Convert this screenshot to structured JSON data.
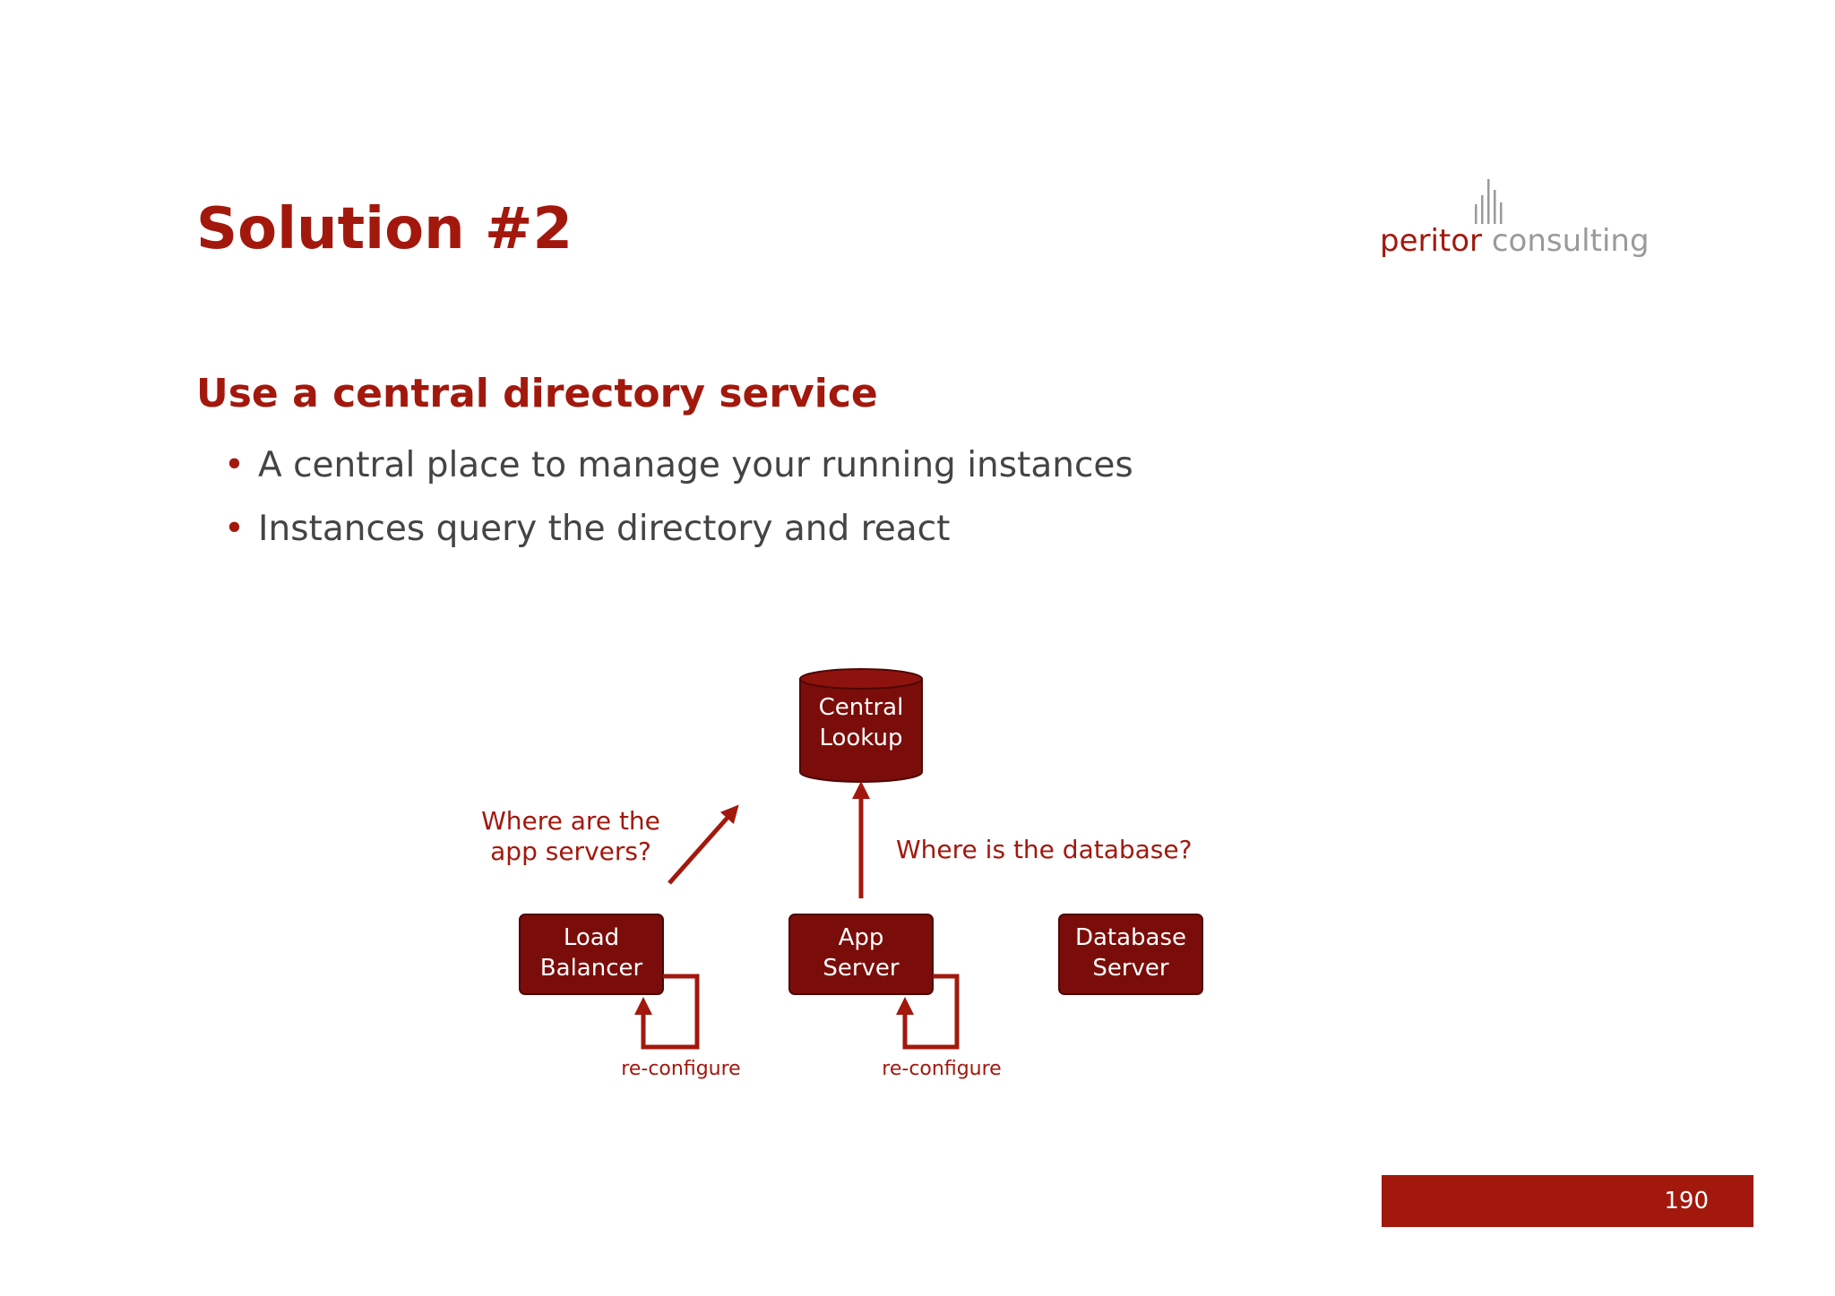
{
  "slide": {
    "title": "Solution #2",
    "subtitle": "Use a central directory service",
    "bullets": [
      "A central place to manage your running instances",
      "Instances query the directory and react"
    ],
    "page_number": "190"
  },
  "logo": {
    "word1": "peritor",
    "word2": "consulting",
    "icon": "bar-chart-icon"
  },
  "diagram": {
    "central_lookup": {
      "line1": "Central",
      "line2": "Lookup"
    },
    "load_balancer": {
      "line1": "Load",
      "line2": "Balancer"
    },
    "app_server": {
      "line1": "App",
      "line2": "Server"
    },
    "database_server": {
      "line1": "Database",
      "line2": "Server"
    },
    "query_lb": {
      "line1": "Where are the",
      "line2": "app servers?"
    },
    "query_app": "Where is the database?",
    "reconfigure_lb": "re-configure",
    "reconfigure_app": "re-configure"
  },
  "colors": {
    "brand_red": "#a3180d",
    "box_fill": "#7a0d0a",
    "text_gray": "#444444",
    "logo_gray": "#9a9a9a"
  }
}
